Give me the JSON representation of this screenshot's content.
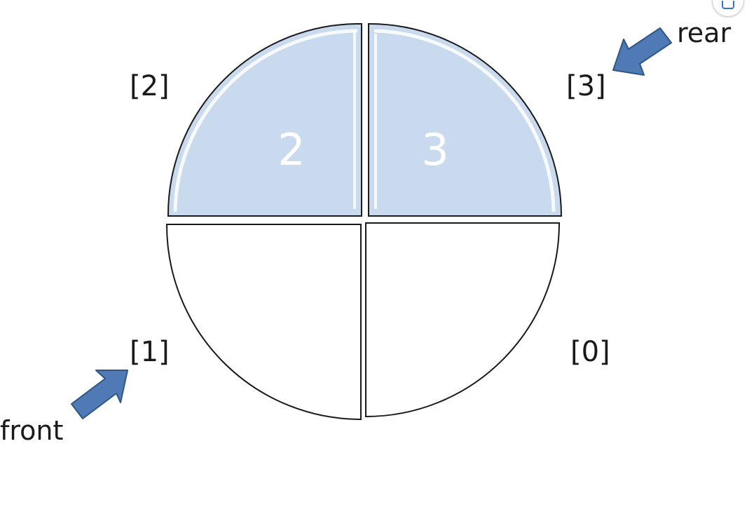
{
  "diagram": {
    "slots": [
      {
        "index_label": "[0]",
        "value": "",
        "filled": false
      },
      {
        "index_label": "[1]",
        "value": "",
        "filled": false
      },
      {
        "index_label": "[2]",
        "value": "2",
        "filled": true
      },
      {
        "index_label": "[3]",
        "value": "3",
        "filled": true
      }
    ],
    "pointers": {
      "front": "front",
      "rear": "rear"
    },
    "colors": {
      "filled": "#c9d9ee",
      "empty": "#ffffff",
      "outline": "#1a1a1a",
      "arrow": "#4f7ab5",
      "arrow_stroke": "#2f5687"
    }
  }
}
